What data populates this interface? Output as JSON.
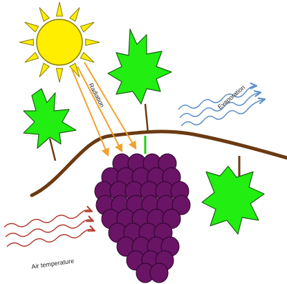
{
  "labels": {
    "radiation": "Radiation",
    "evaporation": "Evaporation",
    "air_temperature": "Air temperature"
  },
  "colors": {
    "sun": "#FFEE00",
    "sun_stroke": "#8a7d00",
    "leaf": "#22EE11",
    "leaf_stroke": "#1a5e12",
    "vine": "#6B3A12",
    "grape": "#6A1466",
    "grape_stroke": "#2b0628",
    "radiation_arrow": "#F0A22A",
    "evaporation_arrow": "#5B8FC7",
    "air_temperature_arrow": "#B23A2E"
  }
}
